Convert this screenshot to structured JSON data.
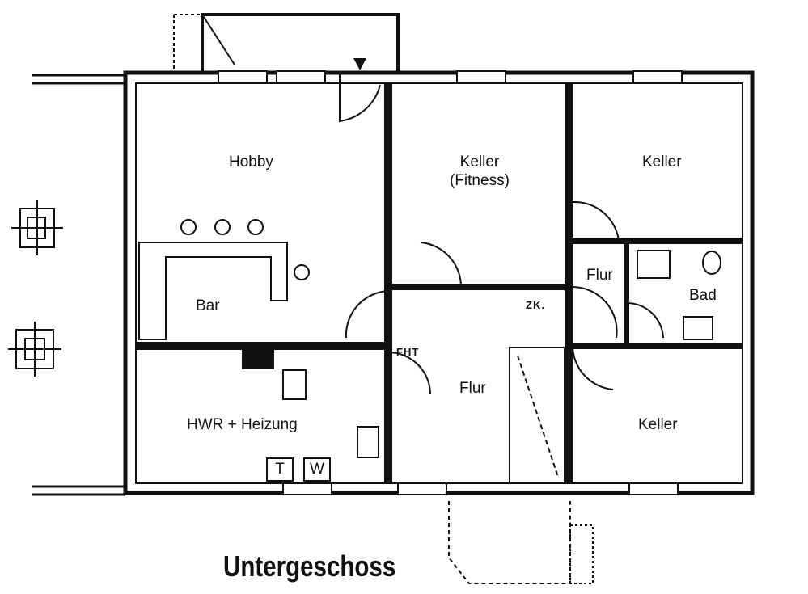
{
  "plan": {
    "title": "Untergeschoss",
    "rooms": [
      {
        "name": "Hobby"
      },
      {
        "name": "Keller (Fitness)",
        "line1": "Keller",
        "line2": "(Fitness)"
      },
      {
        "name": "Keller"
      },
      {
        "name": "Flur"
      },
      {
        "name": "Bad"
      },
      {
        "name": "Bar"
      },
      {
        "name": "Flur"
      },
      {
        "name": "HWR + Heizung"
      },
      {
        "name": "Keller"
      }
    ],
    "annotations": {
      "zk": "ZK.",
      "fht": "FHT",
      "tank_t": "T",
      "tank_w": "W"
    }
  }
}
